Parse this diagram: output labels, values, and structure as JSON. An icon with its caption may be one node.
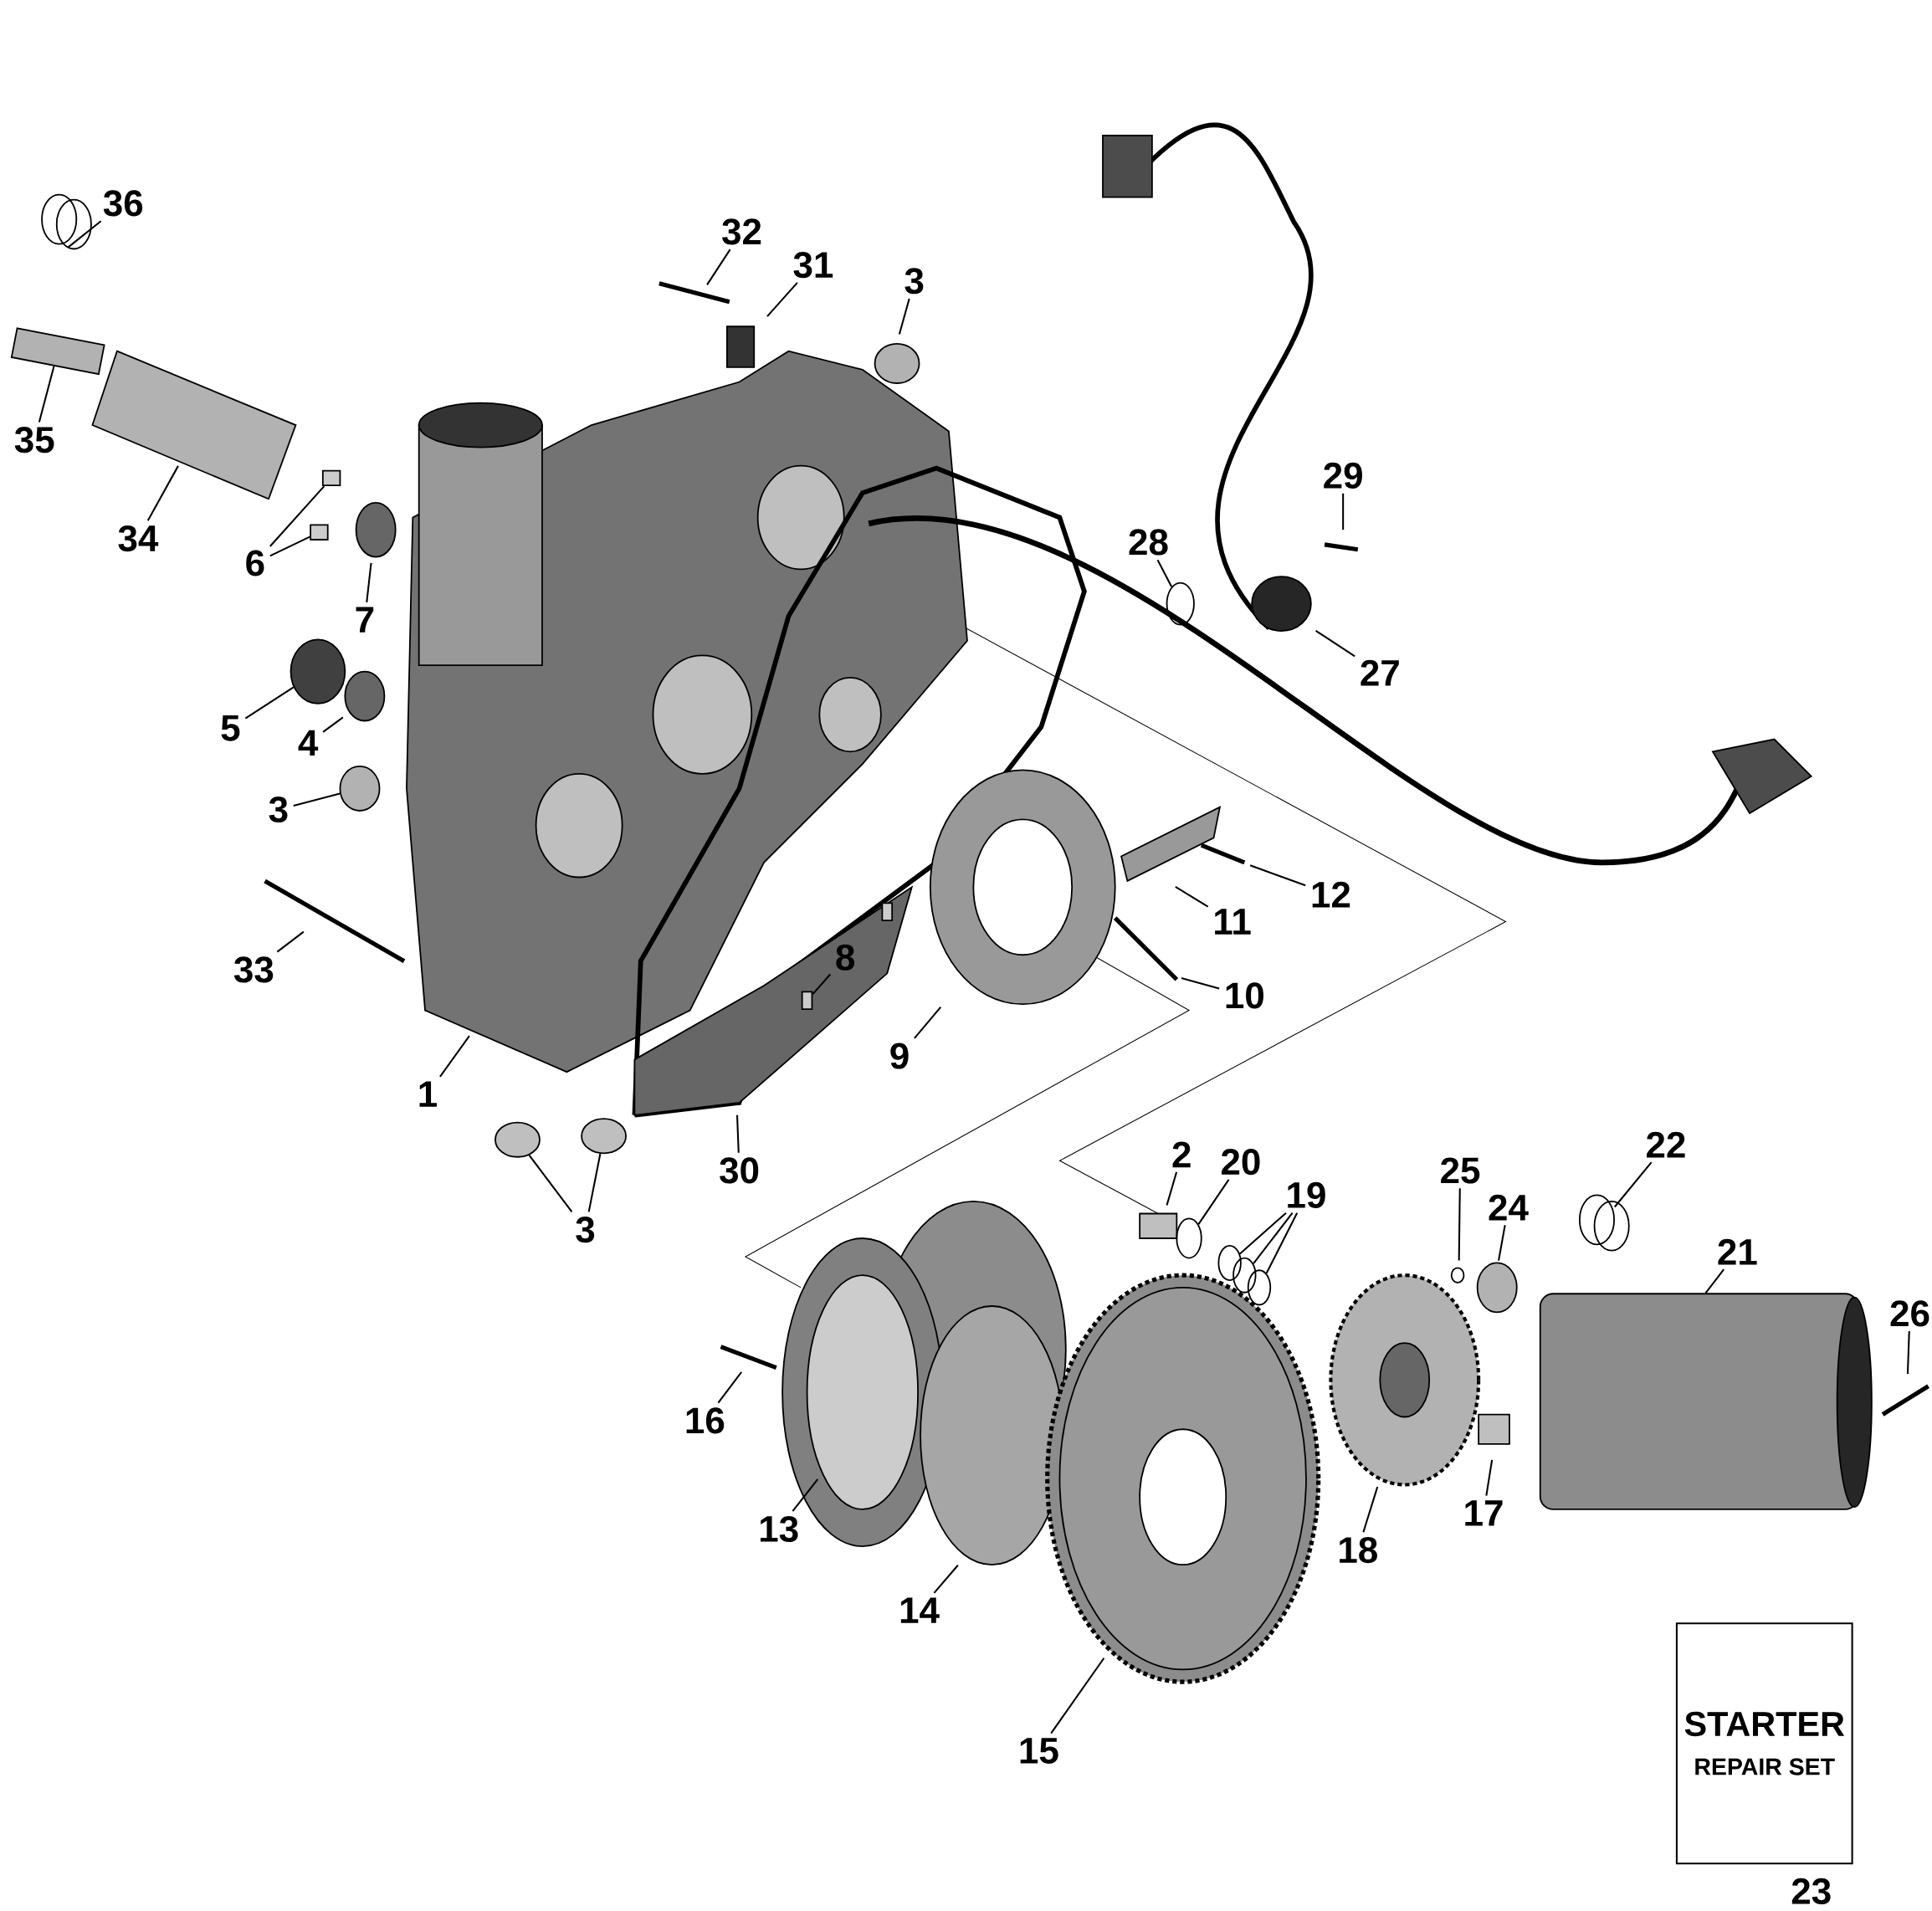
{
  "diagram": {
    "nodes": [
      {
        "text": [
          "36"
        ]
      },
      {
        "text": [
          "32"
        ]
      },
      {
        "text": [
          "31"
        ]
      },
      {
        "text": [
          "3"
        ]
      },
      {
        "text": [
          "35"
        ]
      },
      {
        "text": [
          "29"
        ]
      },
      {
        "text": [
          "34"
        ]
      },
      {
        "text": [
          "28"
        ]
      },
      {
        "text": [
          "6"
        ]
      },
      {
        "text": [
          "7"
        ]
      },
      {
        "text": [
          "27"
        ]
      },
      {
        "text": [
          "5"
        ]
      },
      {
        "text": [
          "4"
        ]
      },
      {
        "text": [
          "3"
        ]
      },
      {
        "text": [
          "12"
        ]
      },
      {
        "text": [
          "11"
        ]
      },
      {
        "text": [
          "8"
        ]
      },
      {
        "text": [
          "33"
        ]
      },
      {
        "text": [
          "10"
        ]
      },
      {
        "text": [
          "9"
        ]
      },
      {
        "text": [
          "1"
        ]
      },
      {
        "text": [
          "22"
        ]
      },
      {
        "text": [
          "2"
        ]
      },
      {
        "text": [
          "20"
        ]
      },
      {
        "text": [
          "30"
        ]
      },
      {
        "text": [
          "25"
        ]
      },
      {
        "text": [
          "19"
        ]
      },
      {
        "text": [
          "24"
        ]
      },
      {
        "text": [
          "3"
        ]
      },
      {
        "text": [
          "21"
        ]
      },
      {
        "text": [
          "26"
        ]
      },
      {
        "text": [
          "16"
        ]
      },
      {
        "text": [
          "17"
        ]
      },
      {
        "text": [
          "13"
        ]
      },
      {
        "text": [
          "18"
        ]
      },
      {
        "text": [
          "14"
        ]
      },
      {
        "text": [
          "15"
        ]
      },
      {
        "text": [
          "STARTER",
          "REPAIR SET"
        ],
        "beside": [
          "23"
        ]
      },
      {
        "text": [],
        "shape": "circle"
      },
      {
        "text": [],
        "shape": "box"
      },
      {
        "text": [],
        "shape": "box"
      },
      {
        "text": [],
        "shape": "circle"
      },
      {
        "text": [],
        "shape": "cylinder"
      },
      {
        "text": [],
        "shape": "box"
      },
      {
        "text": [],
        "shape": "circle"
      },
      {
        "text": [],
        "shape": "circle"
      },
      {
        "text": [],
        "shape": "circle"
      },
      {
        "text": [],
        "shape": "circle"
      },
      {
        "text": [],
        "shape": "cylinder"
      },
      {
        "text": [],
        "shape": "cylinder"
      },
      {
        "text": [],
        "shape": "box"
      }
    ],
    "edges": [
      {
        "from": 0,
        "to": null,
        "arrow": "none"
      },
      {
        "from": 1,
        "to": null,
        "arrow": "none"
      },
      {
        "from": 2,
        "to": null,
        "arrow": "none"
      },
      {
        "from": 3,
        "to": null,
        "arrow": "none"
      },
      {
        "from": 4,
        "to": 50,
        "arrow": "none"
      },
      {
        "from": 5,
        "to": null,
        "arrow": "none"
      },
      {
        "from": 6,
        "to": null,
        "arrow": "none"
      },
      {
        "from": 7,
        "to": 38,
        "arrow": "none"
      },
      {
        "from": 8,
        "to": 39,
        "arrow": "none"
      },
      {
        "from": 8,
        "to": 40,
        "arrow": "none"
      },
      {
        "from": 9,
        "to": null,
        "arrow": "none"
      },
      {
        "from": 10,
        "to": null,
        "arrow": "none"
      },
      {
        "from": 11,
        "to": 41,
        "arrow": "none"
      },
      {
        "from": 12,
        "to": null,
        "arrow": "none"
      },
      {
        "from": 13,
        "to": 42,
        "arrow": "none"
      },
      {
        "from": 14,
        "to": null,
        "arrow": "none"
      },
      {
        "from": 15,
        "to": null,
        "arrow": "none"
      },
      {
        "from": 16,
        "to": 43,
        "arrow": "none"
      },
      {
        "from": 17,
        "to": null,
        "arrow": "none"
      },
      {
        "from": 18,
        "to": null,
        "arrow": "none"
      },
      {
        "from": 19,
        "to": null,
        "arrow": "none"
      },
      {
        "from": 20,
        "to": null,
        "arrow": "none"
      },
      {
        "from": 21,
        "to": null,
        "arrow": "none"
      },
      {
        "from": 22,
        "to": null,
        "arrow": "none"
      },
      {
        "from": 23,
        "to": 44,
        "arrow": "none"
      },
      {
        "from": 24,
        "to": null,
        "arrow": "none"
      },
      {
        "from": 25,
        "to": null,
        "arrow": "none"
      },
      {
        "from": 26,
        "to": 45,
        "arrow": "none"
      },
      {
        "from": 26,
        "to": 46,
        "arrow": "none"
      },
      {
        "from": 26,
        "to": 47,
        "arrow": "none"
      },
      {
        "from": 27,
        "to": null,
        "arrow": "none"
      },
      {
        "from": 28,
        "to": 48,
        "arrow": "none"
      },
      {
        "from": 28,
        "to": 49,
        "arrow": "none"
      },
      {
        "from": 29,
        "to": null,
        "arrow": "none"
      },
      {
        "from": 30,
        "to": null,
        "arrow": "none"
      },
      {
        "from": 31,
        "to": null,
        "arrow": "none"
      },
      {
        "from": 32,
        "to": null,
        "arrow": "none"
      },
      {
        "from": 33,
        "to": null,
        "arrow": "none"
      },
      {
        "from": 34,
        "to": null,
        "arrow": "none"
      },
      {
        "from": 35,
        "to": null,
        "arrow": "none"
      },
      {
        "from": 36,
        "to": null,
        "arrow": "none"
      }
    ]
  }
}
